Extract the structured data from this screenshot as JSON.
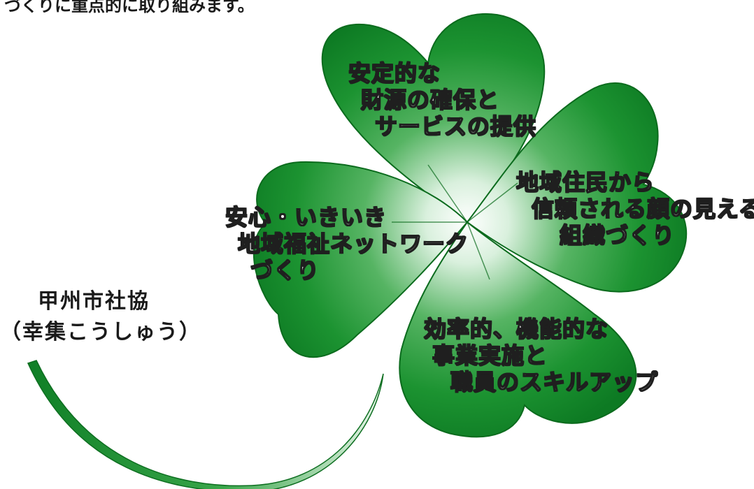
{
  "intro_text": "づくりに重点的に取り組みます。",
  "organization": {
    "name": "甲州市社協",
    "nickname": "（幸集こうしゅう）"
  },
  "leaves": [
    {
      "id": "top",
      "lines": [
        "安定的な",
        "財源の確保と",
        "サービスの提供"
      ]
    },
    {
      "id": "right",
      "lines": [
        "地域住民から",
        "信頼される顔の見える",
        "組織づくり"
      ]
    },
    {
      "id": "left",
      "lines": [
        "安心・いきいき",
        "地域福祉ネットワーク",
        "づくり"
      ]
    },
    {
      "id": "bottom",
      "lines": [
        "効率的、機能的な",
        "事業実施と",
        "職員のスキルアップ"
      ]
    }
  ],
  "colors": {
    "leaf_dark": "#118a2a",
    "leaf_light": "#ffffff",
    "text_fill": "#ffffff",
    "text_outline": "#1f1f1f"
  },
  "icons": [
    "four-leaf-clover"
  ]
}
